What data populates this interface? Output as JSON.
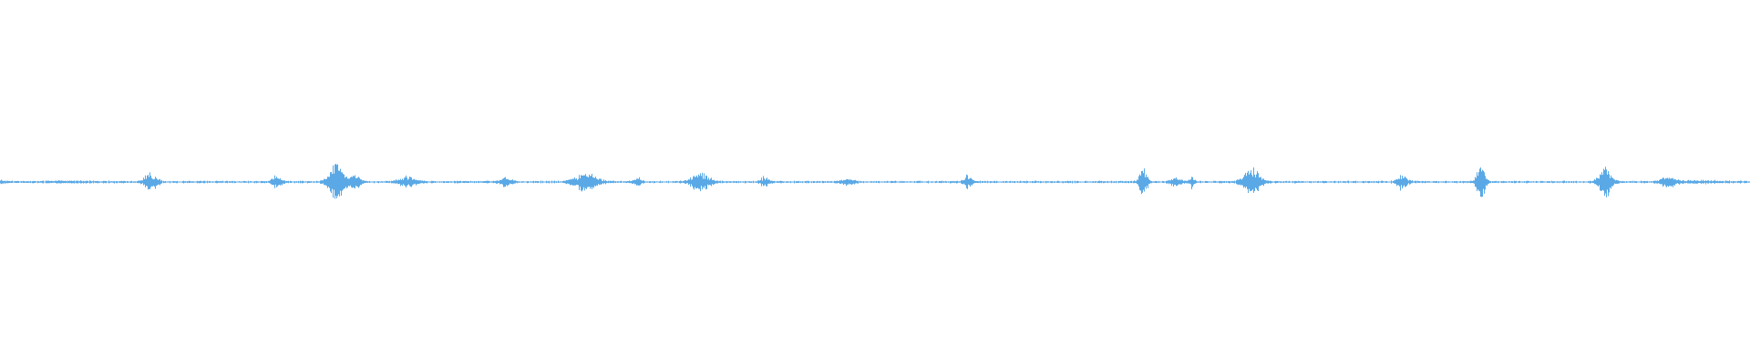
{
  "waveform": {
    "color": "#5aa9e6",
    "background": "#ffffff",
    "baseline_fraction": 0.5,
    "bursts": [
      {
        "position": 0.0,
        "spread": 0.006,
        "amplitude": 0.004
      },
      {
        "position": 0.04,
        "spread": 0.03,
        "amplitude": 0.002
      },
      {
        "position": 0.086,
        "spread": 0.006,
        "amplitude": 0.028
      },
      {
        "position": 0.158,
        "spread": 0.004,
        "amplitude": 0.022
      },
      {
        "position": 0.192,
        "spread": 0.007,
        "amplitude": 0.06
      },
      {
        "position": 0.202,
        "spread": 0.005,
        "amplitude": 0.03
      },
      {
        "position": 0.233,
        "spread": 0.008,
        "amplitude": 0.018
      },
      {
        "position": 0.289,
        "spread": 0.006,
        "amplitude": 0.014
      },
      {
        "position": 0.335,
        "spread": 0.011,
        "amplitude": 0.03
      },
      {
        "position": 0.364,
        "spread": 0.004,
        "amplitude": 0.012
      },
      {
        "position": 0.4,
        "spread": 0.009,
        "amplitude": 0.028
      },
      {
        "position": 0.437,
        "spread": 0.004,
        "amplitude": 0.016
      },
      {
        "position": 0.484,
        "spread": 0.006,
        "amplitude": 0.01
      },
      {
        "position": 0.553,
        "spread": 0.004,
        "amplitude": 0.022
      },
      {
        "position": 0.653,
        "spread": 0.004,
        "amplitude": 0.04
      },
      {
        "position": 0.672,
        "spread": 0.006,
        "amplitude": 0.012
      },
      {
        "position": 0.681,
        "spread": 0.002,
        "amplitude": 0.02
      },
      {
        "position": 0.715,
        "spread": 0.008,
        "amplitude": 0.045
      },
      {
        "position": 0.801,
        "spread": 0.005,
        "amplitude": 0.025
      },
      {
        "position": 0.846,
        "spread": 0.004,
        "amplitude": 0.06
      },
      {
        "position": 0.917,
        "spread": 0.006,
        "amplitude": 0.05
      },
      {
        "position": 0.953,
        "spread": 0.006,
        "amplitude": 0.022
      },
      {
        "position": 0.97,
        "spread": 0.02,
        "amplitude": 0.004
      }
    ],
    "noise_amplitude": 0.003
  }
}
